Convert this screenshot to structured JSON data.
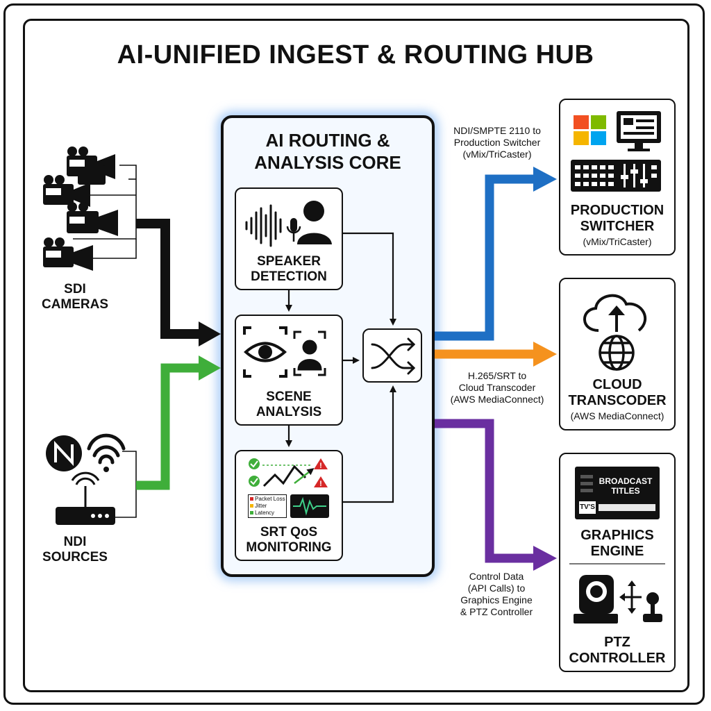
{
  "title": "AI-UNIFIED INGEST & ROUTING HUB",
  "core": {
    "title_line1": "AI ROUTING &",
    "title_line2": "ANALYSIS CORE",
    "speaker": {
      "line1": "SPEAKER",
      "line2": "DETECTION"
    },
    "scene": {
      "line1": "SCENE",
      "line2": "ANALYSIS"
    },
    "qos": {
      "line1": "SRT QoS",
      "line2": "MONITORING",
      "metrics": [
        "Packet Loss",
        "Jitter",
        "Latency"
      ]
    }
  },
  "inputs": {
    "sdi": {
      "line1": "SDI",
      "line2": "CAMERAS"
    },
    "ndi": {
      "line1": "NDI",
      "line2": "SOURCES"
    }
  },
  "outputs": {
    "switcher": {
      "route_label": [
        "NDI/SMPTE 2110 to",
        "Production Switcher",
        "(vMix/TriCaster)"
      ],
      "line1": "PRODUCTION",
      "line2": "SWITCHER",
      "sub": "(vMix/TriCaster)"
    },
    "cloud": {
      "route_label": [
        "H.265/SRT to",
        "Cloud Transcoder",
        "(AWS MediaConnect)"
      ],
      "line1": "CLOUD",
      "line2": "TRANSCODER",
      "sub": "(AWS MediaConnect)"
    },
    "graphics": {
      "route_label": [
        "Control Data",
        "(API Calls) to",
        "Graphics Engine",
        "& PTZ Controller"
      ],
      "line1": "GRAPHICS",
      "line2": "ENGINE",
      "tv_line1": "BROADCAST",
      "tv_line2": "TITLES",
      "tv_logo": "TV'S"
    },
    "ptz": {
      "line1": "PTZ",
      "line2": "CONTROLLER"
    }
  },
  "colors": {
    "black_route": "#111111",
    "green_route": "#3fae3a",
    "blue_route": "#1e6fc4",
    "orange_route": "#f5921e",
    "purple_route": "#6a2fa0",
    "core_glow": "#6eaaf0"
  }
}
